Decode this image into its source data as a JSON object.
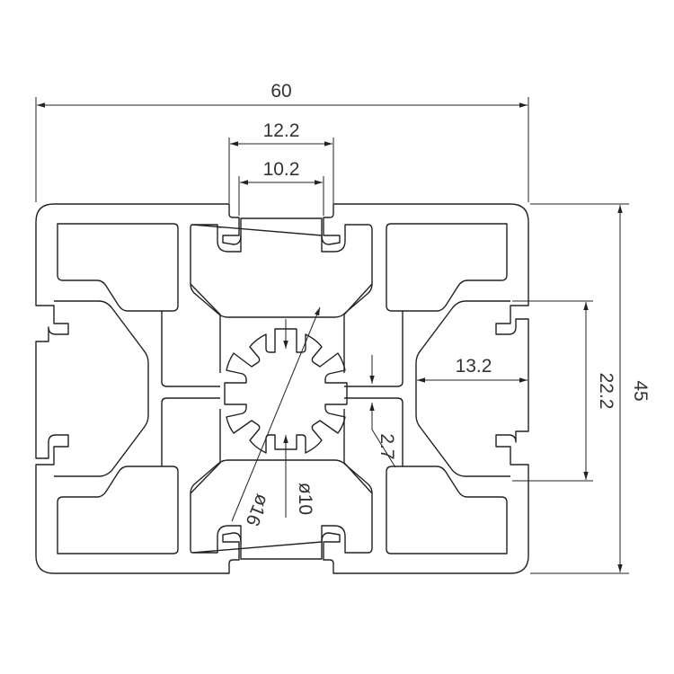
{
  "drawing": {
    "dimensions": {
      "overall_width": "60",
      "outer_slot_opening": "12.2",
      "inner_slot_opening": "10.2",
      "overall_height": "45",
      "side_slot_span": "22.2",
      "side_slot_depth": "13.2",
      "web_thickness": "2.7",
      "core_outer_diameter": "ø16",
      "core_inner_diameter": "ø10"
    }
  }
}
